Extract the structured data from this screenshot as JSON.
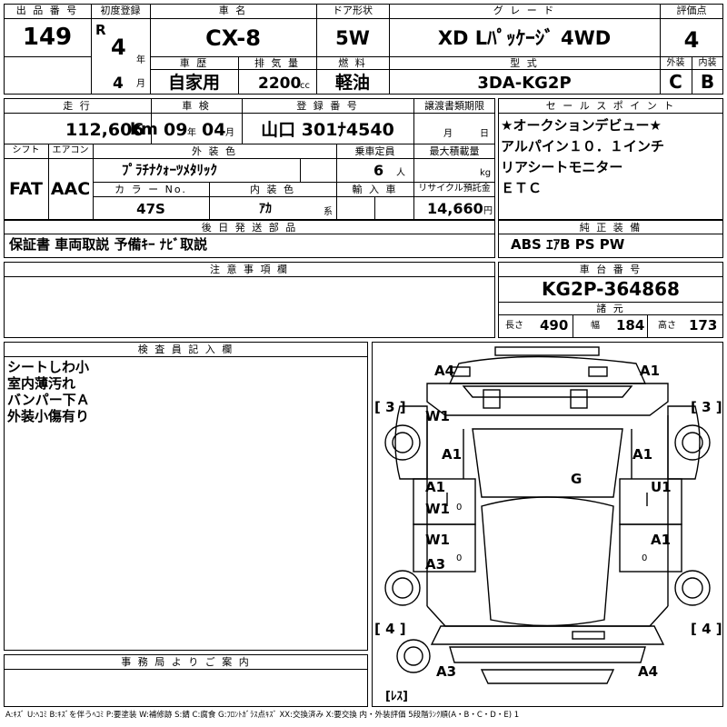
{
  "header": {
    "lot_label": "出 品 番 号",
    "lot": "149",
    "first_reg_label": "初度登録",
    "era": "R",
    "year": "4",
    "year_unit": "年",
    "month": "4",
    "month_unit": "月",
    "car_name_label": "車 名",
    "car_name": "CX-8",
    "door_label": "ドア形状",
    "door": "5W",
    "grade_label": "グ レ ー ド",
    "grade": "XD Lﾊﾟｯｹｰｼﾞ 4WD",
    "score_label": "評価点",
    "score": "4",
    "history_label": "車 歴",
    "history": "自家用",
    "displacement_label": "排 気 量",
    "displacement": "2200",
    "displacement_unit": "cc",
    "fuel_label": "燃 料",
    "fuel": "軽油",
    "model_label": "型 式",
    "model": "3DA-KG2P",
    "ext_grade_label": "外装",
    "ext_grade": "C",
    "int_grade_label": "内装",
    "int_grade": "B"
  },
  "row2": {
    "mileage_label": "走 行",
    "mileage": "112,606",
    "mileage_unit": "km",
    "inspection_label": "車 検",
    "insp_year": "09",
    "insp_year_unit": "年",
    "insp_month": "04",
    "insp_month_unit": "月",
    "reg_label": "登 録 番 号",
    "reg_no": "山口 301ﾅ4540",
    "transfer_label": "譲渡書類期限",
    "transfer_month_unit": "月",
    "transfer_day_unit": "日",
    "shift_label": "シフト",
    "shift": "FAT",
    "ac_label": "エアコン",
    "ac": "AAC",
    "ext_color_label": "外 装 色",
    "ext_color": "ﾌﾟﾗﾁﾅｸｫｰﾂﾒﾀﾘｯｸ",
    "capacity_label": "乗車定員",
    "capacity": "6",
    "capacity_unit": "人",
    "max_load_label": "最大積載量",
    "max_load_unit": "kg",
    "color_no_label": "カ ラ ー No.",
    "color_no": "47S",
    "int_color_label": "内 装 色",
    "int_color": "ｱｶ",
    "int_color_unit": "系",
    "import_label": "輸 入 車",
    "recycle_label": "リサイクル預託金",
    "recycle": "14,660",
    "recycle_unit": "円"
  },
  "sales_points": {
    "label": "セ ー ル ス ポ イ ン ト",
    "lines": [
      "★オークションデビュー★",
      "アルパイン１０．１インチ",
      "リアシートモニター",
      "ＥＴＣ"
    ]
  },
  "later_parts": {
    "label": "後 日 発 送 部 品",
    "value": "保証書 車両取説 予備ｷｰ ﾅﾋﾞ取説"
  },
  "genuine": {
    "label": "純 正 装 備",
    "value": "ABS ｴｱB PS PW"
  },
  "notes": {
    "label": "注 意 事 項 欄"
  },
  "chassis": {
    "label": "車 台 番 号",
    "value": "KG2P-364868",
    "specs_label": "諸 元",
    "length_label": "長さ",
    "length": "490",
    "width_label": "幅",
    "width": "184",
    "height_label": "高さ",
    "height": "173"
  },
  "inspector": {
    "label": "検 査 員 記 入 欄",
    "lines": [
      "シートしわ小",
      "室内薄汚れ",
      "バンパー下Ａ",
      "外装小傷有り"
    ]
  },
  "office": {
    "label": "事 務 局 よ り ご 案 内"
  },
  "diagram": {
    "marks": {
      "front_left": "A4",
      "front_right": "A1",
      "tyre_fl": "[ 3 ]",
      "tyre_fr": "[ 3 ]",
      "w1_top": "W1",
      "fender_left": "A1",
      "fender_right": "A1",
      "door_fl_a": "A1",
      "door_fl_w": "W1",
      "door_fl_0": "0",
      "door_fr_u": "U1",
      "roof": "G",
      "door_rl_w": "W1",
      "door_rl_a": "A3",
      "door_rl_0": "0",
      "door_rr_a": "A1",
      "door_rr_0": "0",
      "tyre_rl": "[ 4 ]",
      "tyre_rr": "[ 4 ]",
      "rear_left": "A3",
      "rear_right": "A4",
      "spare": "[ﾚｽ]"
    }
  },
  "legend": "A:ｷｽﾞ U:ﾍｺﾐ B:ｷｽﾞを伴うﾍｺﾐ P:要塗装 W:補修跡 S:錆 C:腐食 G:ﾌﾛﾝﾄｶﾞﾗｽ点ｷｽﾞ XX:交換済み X:要交換 内・外装評価 5段階ﾗﾝｸ順(A・B・C・D・E) 1"
}
